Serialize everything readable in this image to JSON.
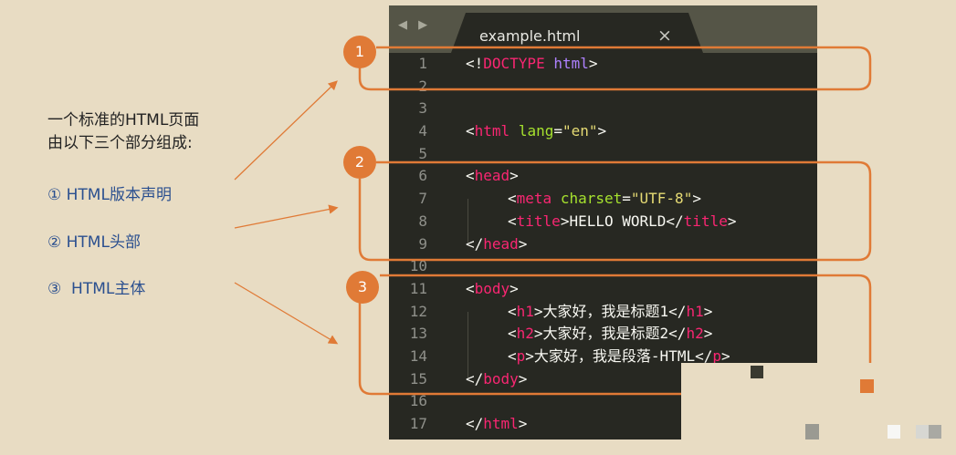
{
  "intro": {
    "line1": "一个标准的HTML页面",
    "line2": "由以下三个部分组成:"
  },
  "parts": [
    {
      "label": "① HTML版本声明"
    },
    {
      "label": "② HTML头部"
    },
    {
      "label": "③  HTML主体"
    }
  ],
  "editor": {
    "tab_title": "example.html",
    "close_glyph": "×",
    "nav_glyph": "◀ ▶",
    "lines": [
      {
        "n": "1",
        "tokens": [
          [
            "wh",
            "<!"
          ],
          [
            "pk",
            "DOCTYPE"
          ],
          [
            "wh",
            " "
          ],
          [
            "pu",
            "html"
          ],
          [
            "wh",
            ">"
          ]
        ]
      },
      {
        "n": "2",
        "tokens": []
      },
      {
        "n": "3",
        "tokens": []
      },
      {
        "n": "4",
        "tokens": [
          [
            "wh",
            "<"
          ],
          [
            "pk",
            "html"
          ],
          [
            "wh",
            " "
          ],
          [
            "gr",
            "lang"
          ],
          [
            "wh",
            "="
          ],
          [
            "ye",
            "\"en\""
          ],
          [
            "wh",
            ">"
          ]
        ]
      },
      {
        "n": "5",
        "tokens": []
      },
      {
        "n": "6",
        "tokens": [
          [
            "wh",
            "<"
          ],
          [
            "pk",
            "head"
          ],
          [
            "wh",
            ">"
          ]
        ]
      },
      {
        "n": "7",
        "indent": 1,
        "tokens": [
          [
            "wh",
            "<"
          ],
          [
            "pk",
            "meta"
          ],
          [
            "wh",
            " "
          ],
          [
            "gr",
            "charset"
          ],
          [
            "wh",
            "="
          ],
          [
            "ye",
            "\"UTF-8\""
          ],
          [
            "wh",
            ">"
          ]
        ]
      },
      {
        "n": "8",
        "indent": 1,
        "tokens": [
          [
            "wh",
            "<"
          ],
          [
            "pk",
            "title"
          ],
          [
            "wh",
            ">HELLO WORLD</"
          ],
          [
            "pk",
            "title"
          ],
          [
            "wh",
            ">"
          ]
        ]
      },
      {
        "n": "9",
        "tokens": [
          [
            "wh",
            "</"
          ],
          [
            "pk",
            "head"
          ],
          [
            "wh",
            ">"
          ]
        ]
      },
      {
        "n": "10",
        "tokens": []
      },
      {
        "n": "11",
        "tokens": [
          [
            "wh",
            "<"
          ],
          [
            "pk",
            "body"
          ],
          [
            "wh",
            ">"
          ]
        ]
      },
      {
        "n": "12",
        "indent": 1,
        "tokens": [
          [
            "wh",
            "<"
          ],
          [
            "pk",
            "h1"
          ],
          [
            "wh",
            ">大家好，我是标题1</"
          ],
          [
            "pk",
            "h1"
          ],
          [
            "wh",
            ">"
          ]
        ]
      },
      {
        "n": "13",
        "indent": 1,
        "tokens": [
          [
            "wh",
            "<"
          ],
          [
            "pk",
            "h2"
          ],
          [
            "wh",
            ">大家好，我是标题2</"
          ],
          [
            "pk",
            "h2"
          ],
          [
            "wh",
            ">"
          ]
        ]
      },
      {
        "n": "14",
        "indent": 1,
        "tokens": [
          [
            "wh",
            "<"
          ],
          [
            "pk",
            "p"
          ],
          [
            "wh",
            ">大家好，我是段落-HTML</"
          ],
          [
            "pk",
            "p"
          ],
          [
            "wh",
            ">"
          ]
        ]
      },
      {
        "n": "15",
        "tokens": [
          [
            "wh",
            "</"
          ],
          [
            "pk",
            "body"
          ],
          [
            "wh",
            ">"
          ]
        ]
      },
      {
        "n": "16",
        "tokens": []
      },
      {
        "n": "17",
        "tokens": [
          [
            "wh",
            "</"
          ],
          [
            "pk",
            "html"
          ],
          [
            "wh",
            ">"
          ]
        ]
      }
    ]
  },
  "badges": [
    {
      "label": "1"
    },
    {
      "label": "2"
    },
    {
      "label": "3"
    }
  ],
  "colors": {
    "accent": "#e07a36",
    "editor_bg": "#272822",
    "tag": "#f92672",
    "attr": "#a6e22e",
    "string": "#e6db74",
    "keyword": "#ae81ff",
    "part_text": "#2a4f8f",
    "page_bg": "#e8dcc3"
  }
}
